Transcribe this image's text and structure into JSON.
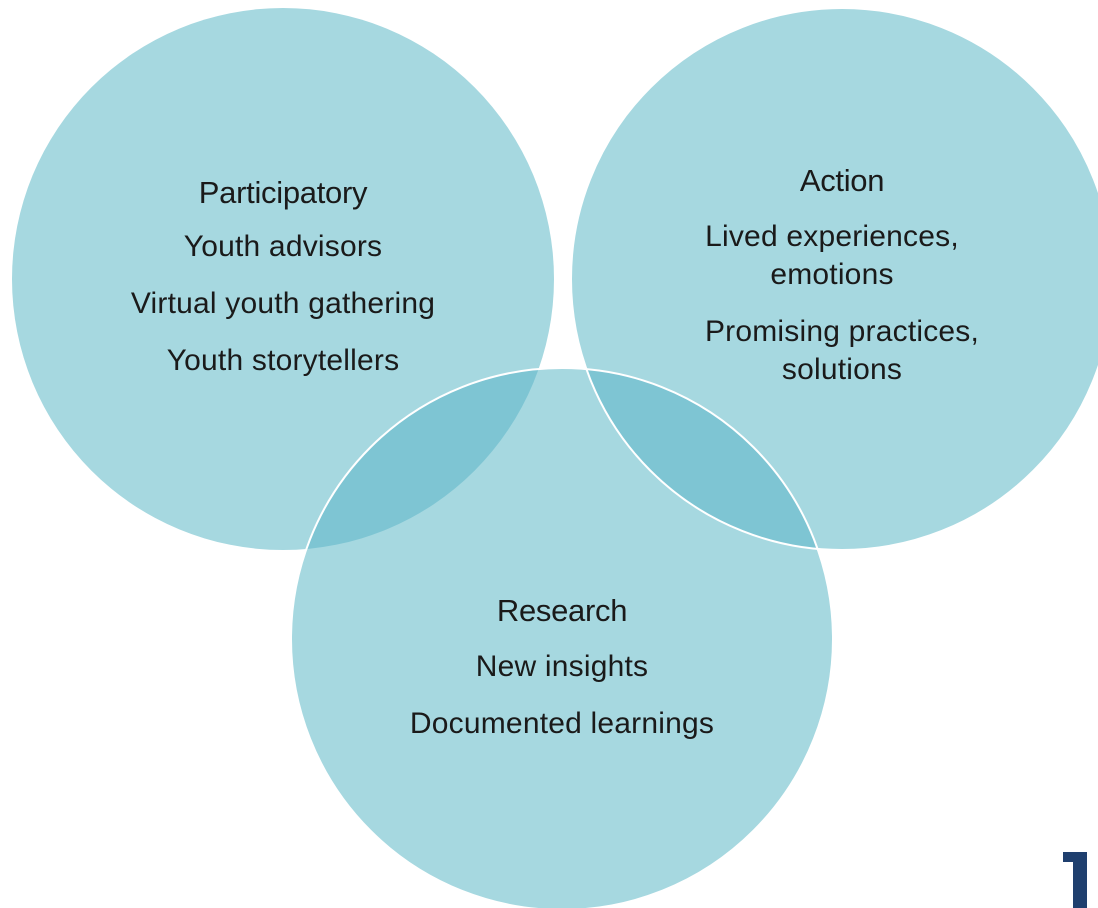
{
  "diagram": {
    "type": "venn",
    "colors": {
      "circle_fill": "#a6d8e0",
      "overlap_fill": "#7ec5d3",
      "outline": "#ffffff",
      "text": "#1a1a1a",
      "corner_mark": "#1f3f6e"
    },
    "circles": [
      {
        "id": "participatory",
        "title": "Participatory",
        "items": [
          "Youth advisors",
          "Virtual youth gathering",
          "Youth storytellers"
        ]
      },
      {
        "id": "action",
        "title": "Action",
        "items": [
          "Lived experiences, emotions",
          "Promising practices, solutions"
        ]
      },
      {
        "id": "research",
        "title": "Research",
        "items": [
          "New insights",
          "Documented learnings"
        ]
      }
    ]
  }
}
